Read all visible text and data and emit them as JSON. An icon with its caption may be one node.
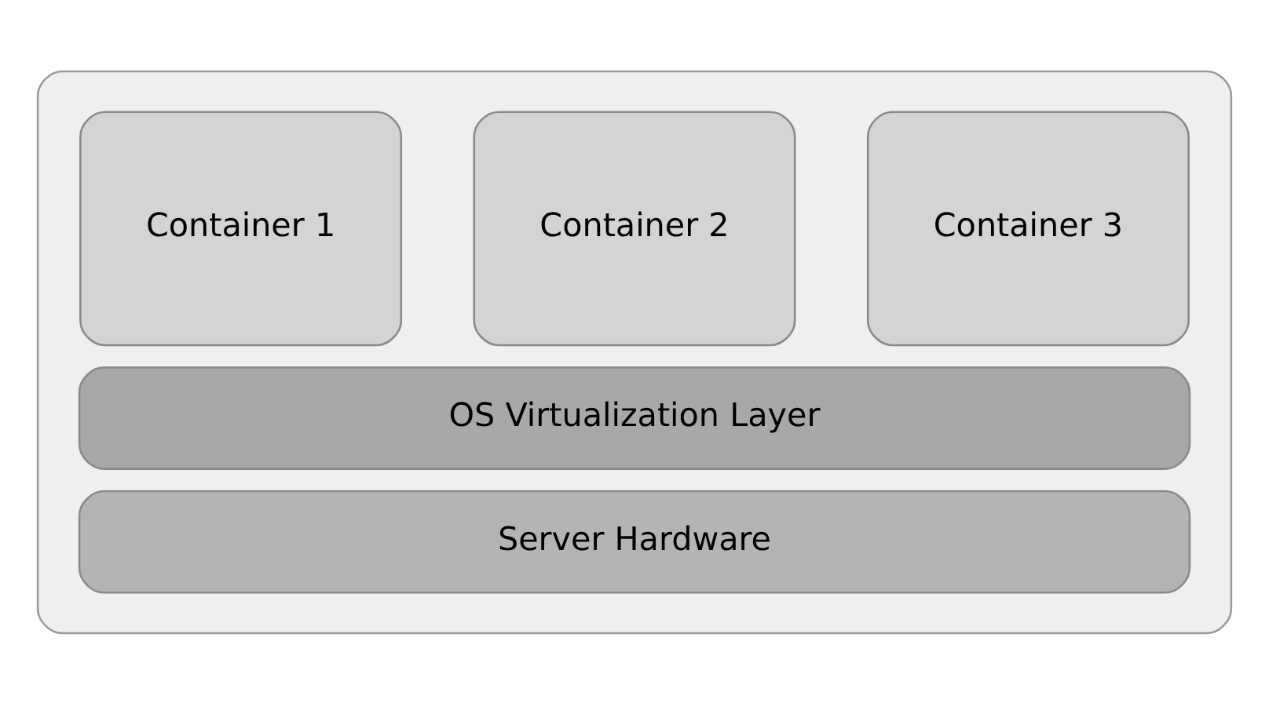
{
  "diagram": {
    "nodes": [
      {
        "text": [],
        "shape": "box"
      },
      {
        "text": [
          "Container 1"
        ],
        "in": 0
      },
      {
        "text": [
          "Container 2"
        ],
        "in": 0
      },
      {
        "text": [
          "Container 3"
        ],
        "in": 0
      },
      {
        "text": [
          "OS Virtualization Layer"
        ],
        "in": 0
      },
      {
        "text": [
          "Server Hardware"
        ],
        "in": 0
      }
    ],
    "edges": []
  }
}
